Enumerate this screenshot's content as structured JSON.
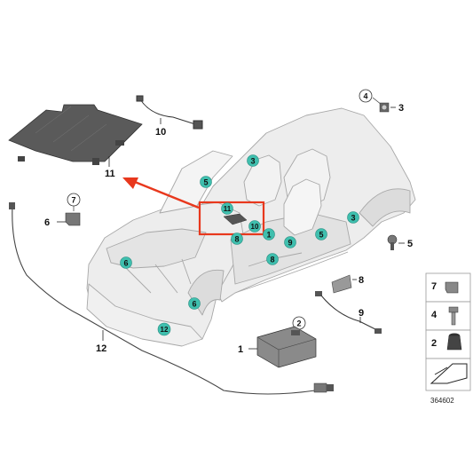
{
  "callouts": {
    "c1": "1",
    "c2": "2",
    "c3": "3",
    "c4": "4",
    "c5": "5",
    "c6": "6",
    "c7": "7",
    "c8": "8",
    "c9": "9",
    "c10": "10",
    "c11": "11",
    "c12": "12"
  },
  "badges": {
    "b3a": "3",
    "b3b": "3",
    "b5a": "5",
    "b5b": "5",
    "b6a": "6",
    "b6b": "6",
    "b11": "11",
    "b10": "10",
    "b8": "8",
    "b1": "1",
    "b9": "9",
    "b8b": "8",
    "b12": "12"
  },
  "legend": {
    "r7": "7",
    "r4": "4",
    "r2": "2"
  },
  "image_id": "364602",
  "colors": {
    "highlight": "#e8381d",
    "badge": "#3fbfae",
    "car": "#e7e7e7",
    "outline": "#9a9a9a"
  }
}
